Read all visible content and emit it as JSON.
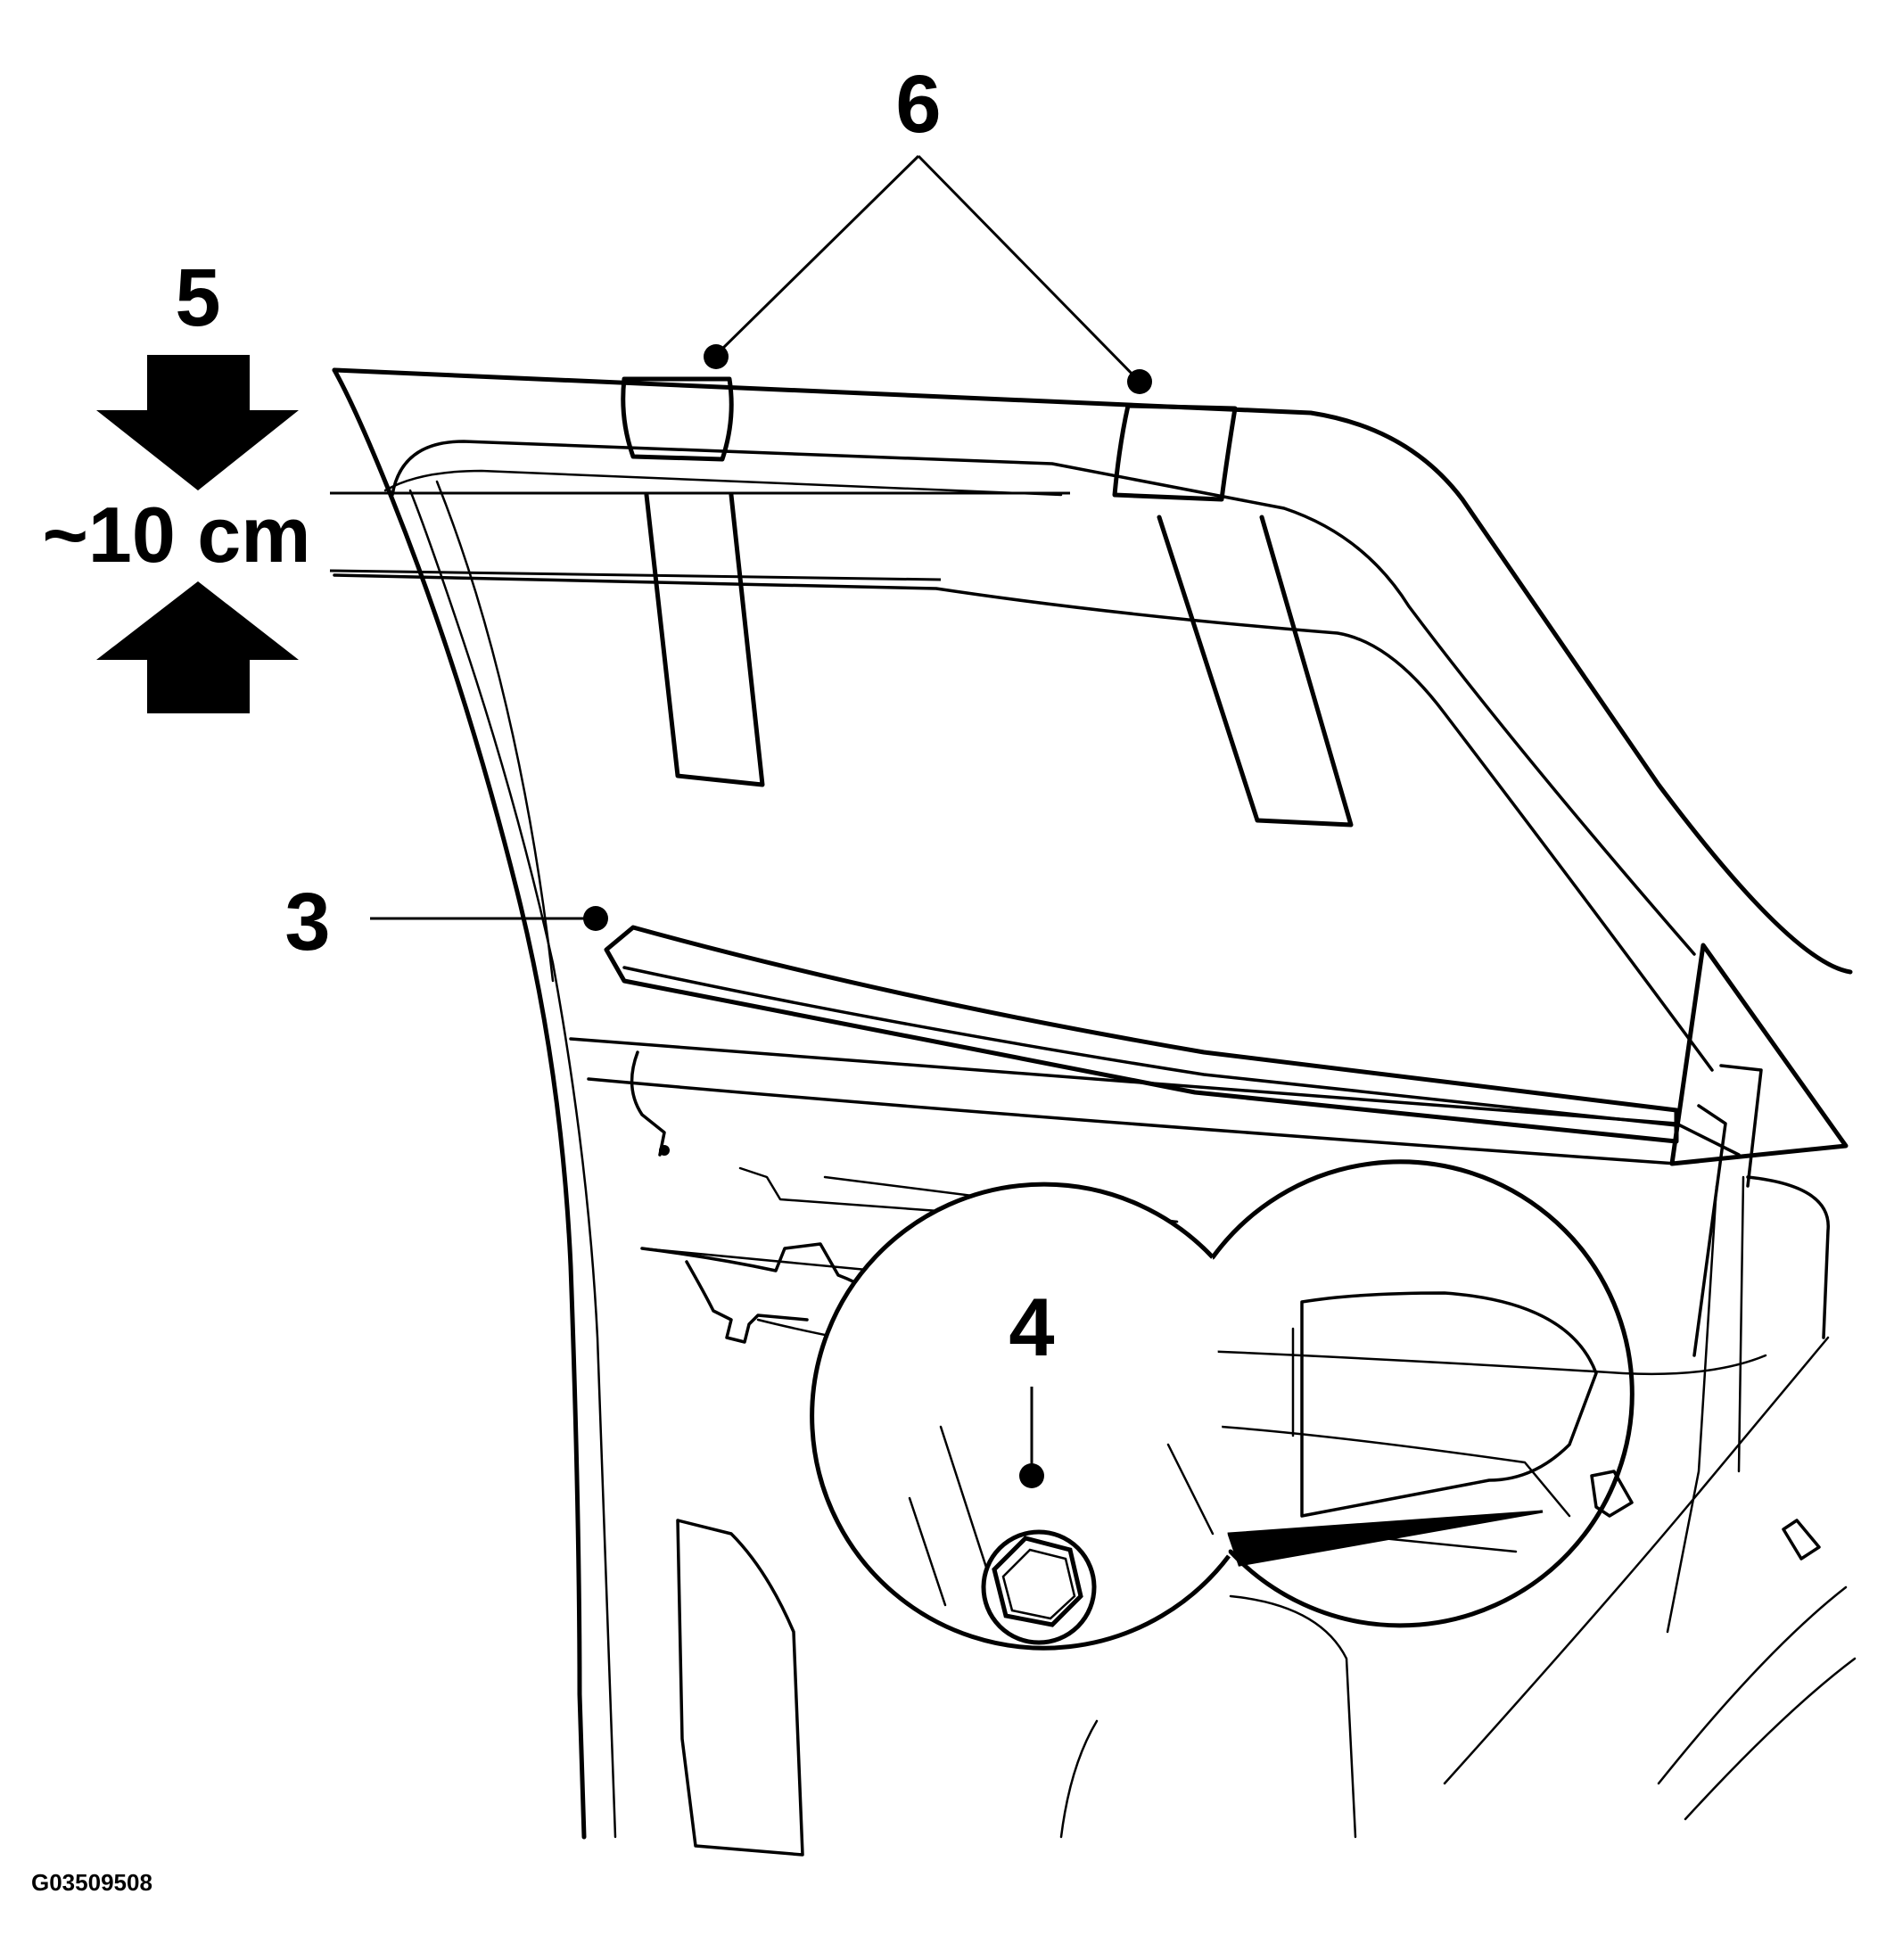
{
  "callouts": {
    "c3": "3",
    "c4": "4",
    "c5": "5",
    "c6": "6"
  },
  "dimension": {
    "label": "~10 cm"
  },
  "figure_id": "G03509508",
  "icons": {
    "arrow_down": "arrow-down-icon",
    "arrow_up": "arrow-up-icon",
    "bolt": "bolt-icon"
  },
  "colors": {
    "ink": "#000000",
    "paper": "#ffffff"
  }
}
